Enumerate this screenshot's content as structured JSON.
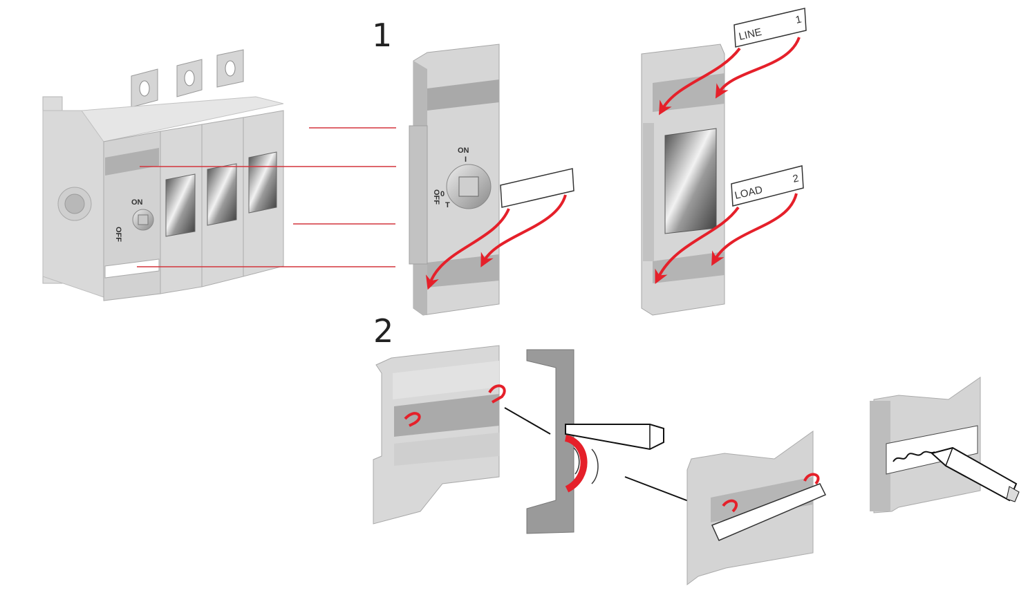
{
  "steps": {
    "step1": "1",
    "step2": "2"
  },
  "switch_marks": {
    "on": "ON",
    "off": "OFF",
    "pos_on": "I",
    "pos_off": "0",
    "pos_test": "T"
  },
  "labels": {
    "line": "LINE",
    "line_num": "1",
    "load": "LOAD",
    "load_num": "2"
  },
  "colors": {
    "arrow": "#e5202a",
    "body": "#c8c8c8",
    "dark": "#8c8c8c",
    "line": "#111111"
  },
  "icons": [
    "pencil-icon",
    "screwdriver-icon",
    "release-arrow-icon",
    "insert-arrow-icon"
  ]
}
